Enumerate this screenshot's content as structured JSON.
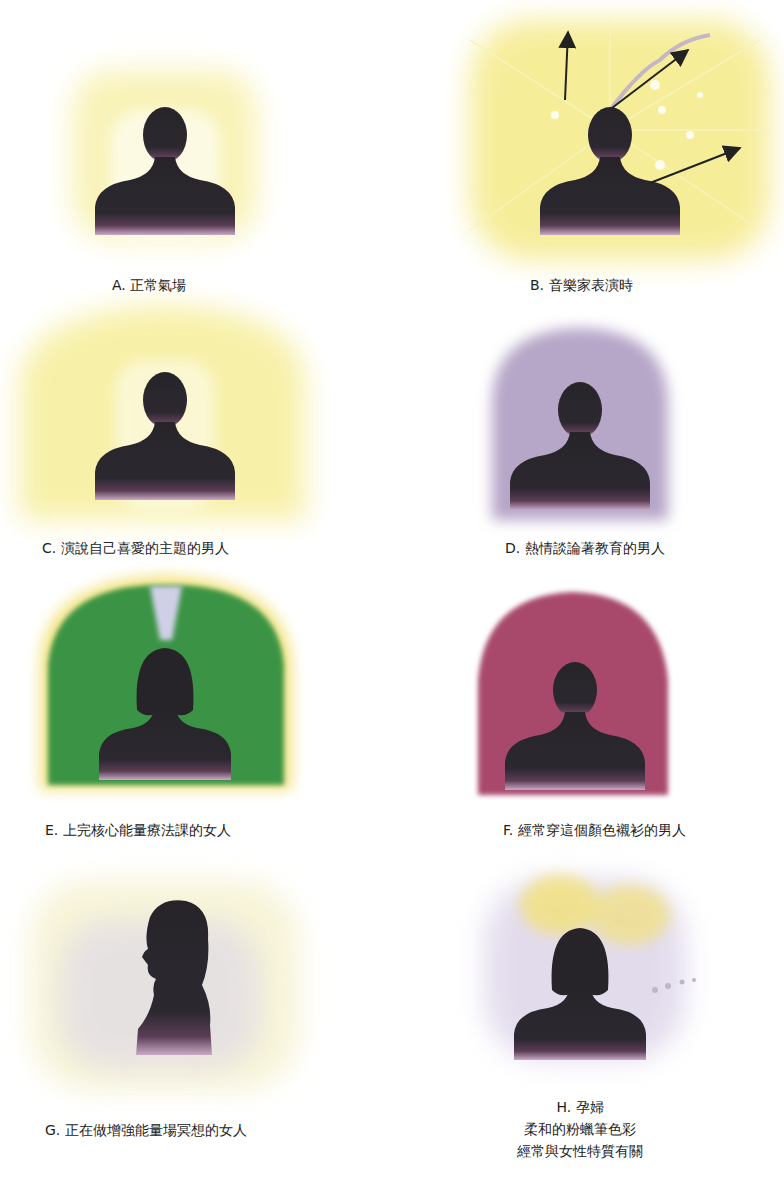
{
  "diagram": {
    "labels": [
      "A. 正常氣場",
      "B. 音樂家表演時",
      "C. 演說自己喜愛的主題的男人",
      "D. 熱情談論著教育的男人",
      "E. 上完核心能量療法課的女人",
      "F. 經常穿這個顏色襯衫的男人",
      "G. 正在做增強能量場冥想的女人",
      "H. 孕婦",
      "柔和的粉蠟筆色彩",
      "經常與女性特質有關"
    ]
  }
}
